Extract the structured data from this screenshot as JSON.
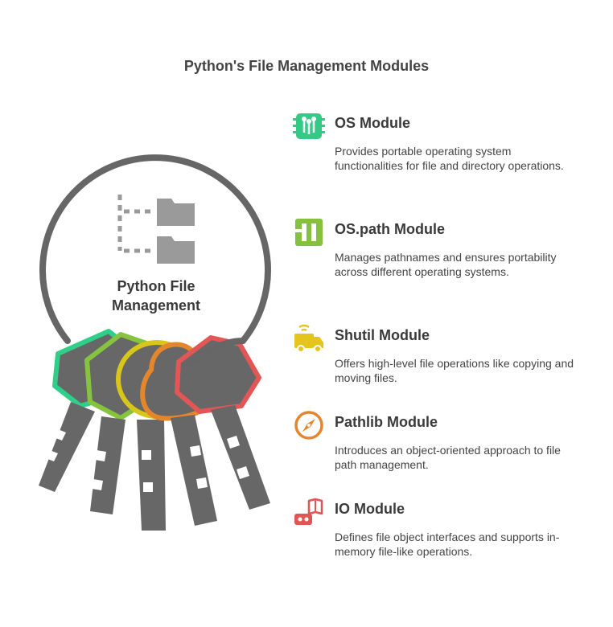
{
  "title": "Python's File Management Modules",
  "hub": {
    "line1": "Python File",
    "line2": "Management",
    "icon": "folder-tree-icon"
  },
  "colors": {
    "ring": "#666666",
    "key_body": "#676767",
    "tag_colors": [
      "#2fcf8a",
      "#86c440",
      "#d8c71a",
      "#e4862c",
      "#e25656"
    ]
  },
  "modules": [
    {
      "name": "OS Module",
      "description": "Provides portable operating system functionalities for file and directory operations.",
      "icon": "chip-icon",
      "color": "#34c985"
    },
    {
      "name": "OS.path Module",
      "description": "Manages pathnames and ensures portability across different operating systems.",
      "icon": "layout-grid-icon",
      "color": "#85c13f"
    },
    {
      "name": "Shutil Module",
      "description": "Offers high-level file operations like copying and moving files.",
      "icon": "delivery-truck-icon",
      "color": "#e4c41f"
    },
    {
      "name": "Pathlib Module",
      "description": "Introduces an object-oriented approach to file path management.",
      "icon": "compass-icon",
      "color": "#e48530"
    },
    {
      "name": "IO Module",
      "description": "Defines file object interfaces and supports in-memory file-like operations.",
      "icon": "io-device-icon",
      "color": "#e25555"
    }
  ]
}
